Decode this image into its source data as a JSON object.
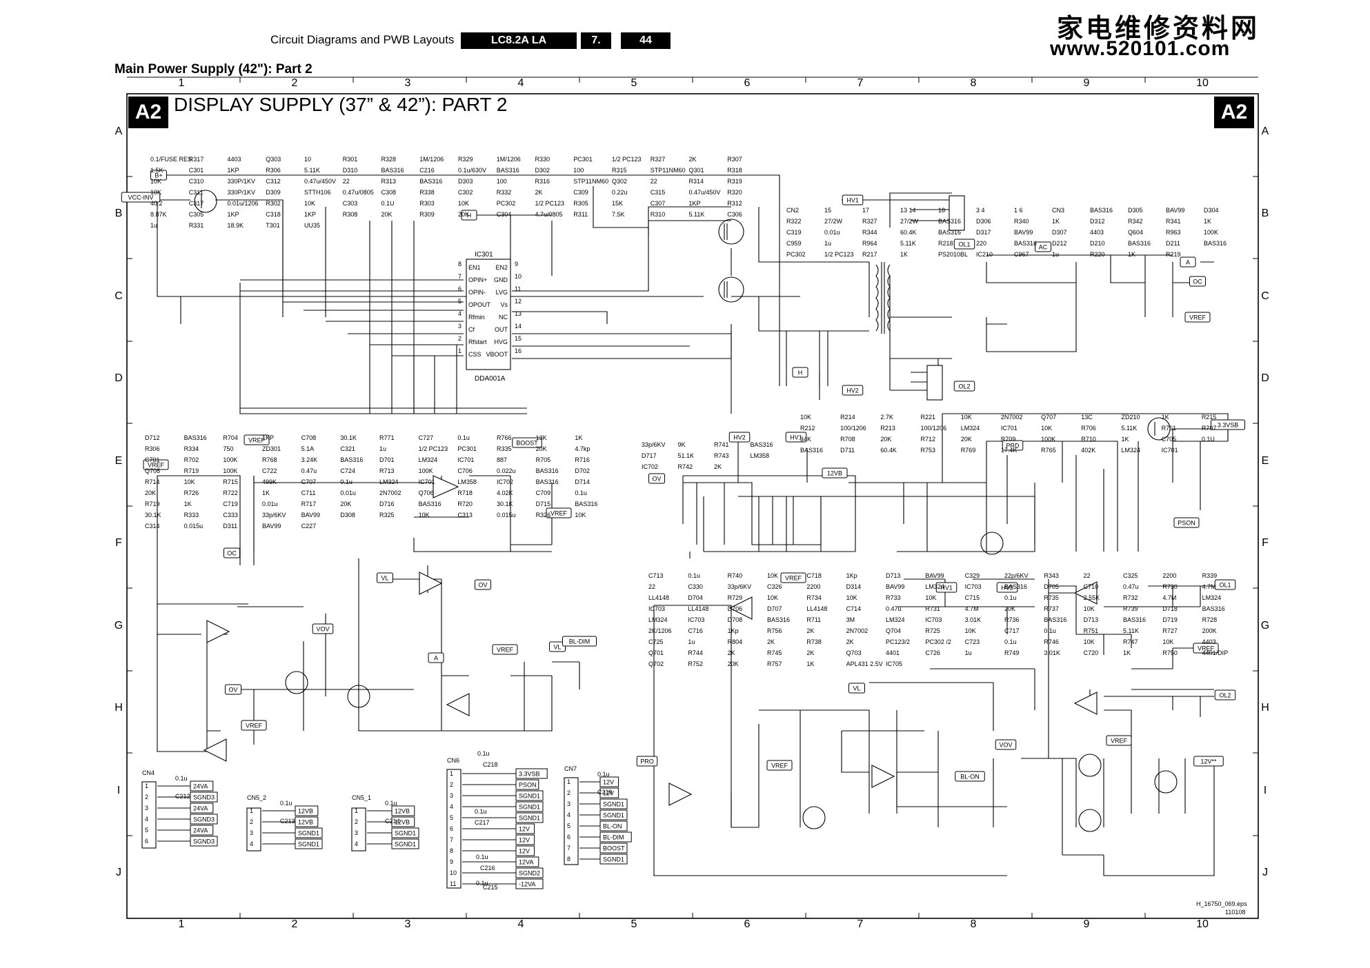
{
  "header": {
    "title": "Circuit Diagrams and PWB Layouts",
    "model": "LC8.2A LA",
    "section": "7.",
    "page": "44"
  },
  "watermark": {
    "line1": "家电维修资料网",
    "line2": "www.520101.com"
  },
  "subtitle": "Main Power Supply (42\"): Part 2",
  "badge": "A2",
  "section_title": "DISPLAY SUPPLY (37” & 42”): PART 2",
  "grid": {
    "columns": [
      "1",
      "2",
      "3",
      "4",
      "5",
      "6",
      "7",
      "8",
      "9",
      "10"
    ],
    "rows": [
      "A",
      "B",
      "C",
      "D",
      "E",
      "F",
      "G",
      "H",
      "I",
      "J"
    ]
  },
  "footer": {
    "ref": "H_16750_069.eps",
    "date": "110108"
  },
  "ic301": {
    "name": "IC301",
    "part": "DDA001A",
    "left_pins": [
      {
        "n": "8",
        "name": "EN1"
      },
      {
        "n": "7",
        "name": "OPIN+"
      },
      {
        "n": "6",
        "name": "OPIN-"
      },
      {
        "n": "5",
        "name": "OPOUT"
      },
      {
        "n": "4",
        "name": "Rfmin"
      },
      {
        "n": "3",
        "name": "Cf"
      },
      {
        "n": "2",
        "name": "Rfstart"
      },
      {
        "n": "1",
        "name": "CSS"
      }
    ],
    "right_pins": [
      {
        "n": "9",
        "name": "EN2"
      },
      {
        "n": "10",
        "name": "GND"
      },
      {
        "n": "11",
        "name": "LVG"
      },
      {
        "n": "12",
        "name": "Vs"
      },
      {
        "n": "13",
        "name": "NC"
      },
      {
        "n": "14",
        "name": "OUT"
      },
      {
        "n": "15",
        "name": "HVG"
      },
      {
        "n": "16",
        "name": "VBOOT"
      }
    ]
  },
  "flags": [
    {
      "id": "f1",
      "text": "B+"
    },
    {
      "id": "f2",
      "text": "VCC-INV"
    },
    {
      "id": "f3",
      "text": "H"
    },
    {
      "id": "f4",
      "text": "HV1"
    },
    {
      "id": "f5",
      "text": "HV2"
    },
    {
      "id": "f6",
      "text": "OL1"
    },
    {
      "id": "f7",
      "text": "AC"
    },
    {
      "id": "f8",
      "text": "A"
    },
    {
      "id": "f9",
      "text": "OC"
    },
    {
      "id": "f10",
      "text": "VREF"
    },
    {
      "id": "f11",
      "text": "OL2"
    },
    {
      "id": "f12",
      "text": "H"
    },
    {
      "id": "f13",
      "text": "3.3VSB"
    },
    {
      "id": "f14",
      "text": "PSON"
    },
    {
      "id": "f15",
      "text": "VREF"
    },
    {
      "id": "f16",
      "text": "VREF"
    },
    {
      "id": "f17",
      "text": "BOOST"
    },
    {
      "id": "f18",
      "text": "VREF"
    },
    {
      "id": "f19",
      "text": "OC"
    },
    {
      "id": "f20",
      "text": "VL"
    },
    {
      "id": "f21",
      "text": "OV"
    },
    {
      "id": "f22",
      "text": "VOV"
    },
    {
      "id": "f23",
      "text": "OV"
    },
    {
      "id": "f24",
      "text": "VREF"
    },
    {
      "id": "f25",
      "text": "A"
    },
    {
      "id": "f26",
      "text": "VREF"
    },
    {
      "id": "f27",
      "text": "VL"
    },
    {
      "id": "f28",
      "text": "BL-DIM"
    },
    {
      "id": "f29",
      "text": "OV"
    },
    {
      "id": "f30",
      "text": "HV2"
    },
    {
      "id": "f31",
      "text": "HV1"
    },
    {
      "id": "f32",
      "text": "12VB"
    },
    {
      "id": "f33",
      "text": "PRD"
    },
    {
      "id": "f34",
      "text": "VREF"
    },
    {
      "id": "f35",
      "text": "HV1"
    },
    {
      "id": "f36",
      "text": "HV2"
    },
    {
      "id": "f37",
      "text": "OL1"
    },
    {
      "id": "f38",
      "text": "VREF"
    },
    {
      "id": "f39",
      "text": "OL2"
    },
    {
      "id": "f40",
      "text": "VL"
    },
    {
      "id": "f41",
      "text": "VREF"
    },
    {
      "id": "f42",
      "text": "PRO"
    },
    {
      "id": "f43",
      "text": "VOV"
    },
    {
      "id": "f44",
      "text": "BL-ON"
    },
    {
      "id": "f45",
      "text": "VREF"
    },
    {
      "id": "f46",
      "text": "12V**"
    }
  ],
  "labels": [
    "0.1/FUSE RES",
    "R317",
    "4403",
    "Q303",
    "10",
    "R301",
    "R328",
    "1M/1206",
    "R329",
    "1M/1206",
    "R330",
    "PC301",
    "1/2 PC123",
    "R327",
    "2K",
    "R307",
    "1.5K",
    "C301",
    "1KP",
    "R306",
    "5.11K",
    "D310",
    "BAS316",
    "C216",
    "0.1u/630V",
    "BAS316",
    "D302",
    "100",
    "R315",
    "STP11NM60",
    "Q301",
    "R318",
    "10K",
    "C310",
    "330P/1KV",
    "C312",
    "0.47u/450V",
    "22",
    "R313",
    "BAS316",
    "D303",
    "100",
    "R316",
    "STP11NM60",
    "Q302",
    "22",
    "R314",
    "R319",
    "10K",
    "C311",
    "330P/1KV",
    "D309",
    "STTH106",
    "0.47u/0805",
    "C308",
    "R338",
    "C302",
    "R332",
    "2K",
    "C309",
    "0.22u",
    "C315",
    "0.47u/450V",
    "R320",
    "40.2",
    "C317",
    "0.01u/1206",
    "R302",
    "10K",
    "C303",
    "0.1U",
    "R303",
    "10K",
    "PC302",
    "1/2 PC123",
    "R305",
    "15K",
    "C307",
    "1KP",
    "R312",
    "8.87K",
    "C305",
    "1KP",
    "C318",
    "1KP",
    "R308",
    "20K",
    "R309",
    "20K",
    "C304",
    "4.7u/0805",
    "R311",
    "7.5K",
    "R310",
    "5.11K",
    "C306",
    "1u",
    "R331",
    "18.9K",
    "T301",
    "UU35",
    "CN2",
    "15",
    "17",
    "13 14",
    "18",
    "3 4",
    "1 6",
    "CN3",
    "BAS316",
    "D305",
    "BAV99",
    "D304",
    "R322",
    "27/2W",
    "R327",
    "27/2W",
    "BAS316",
    "D306",
    "R340",
    "1K",
    "D312",
    "R342",
    "R341",
    "1K",
    "C319",
    "0.01u",
    "R344",
    "60.4K",
    "BAS316",
    "D317",
    "BAV99",
    "D307",
    "4403",
    "Q604",
    "R963",
    "100K",
    "C959",
    "1u",
    "R964",
    "5.11K",
    "R218",
    "220",
    "BAS316",
    "D212",
    "D210",
    "BAS316",
    "D211",
    "BAS316",
    "PC302",
    "1/2 PC123",
    "R217",
    "1K",
    "PS2010BL",
    "IC210",
    "C967",
    "1u",
    "R220",
    "1K",
    "R219",
    "10K",
    "R214",
    "2.7K",
    "R221",
    "10K",
    "2N7002",
    "Q707",
    "13C",
    "ZD210",
    "1K",
    "R215",
    "R212",
    "100/1206",
    "R213",
    "100/1206",
    "LM324",
    "IC701",
    "10K",
    "R706",
    "5.11K",
    "R761",
    "R707",
    "34K",
    "R708",
    "20K",
    "R712",
    "20K",
    "R709",
    "100K",
    "R710",
    "1K",
    "C705",
    "0.1U",
    "BAS316",
    "D711",
    "60.4K",
    "R753",
    "R769",
    "17.4K",
    "R765",
    "402K",
    "LM324",
    "IC701",
    "D712",
    "BAS316",
    "R704",
    "1KP",
    "C708",
    "30.1K",
    "R771",
    "C727",
    "0.1u",
    "R766",
    "13K",
    "1K",
    "R306",
    "R334",
    "750",
    "ZD301",
    "5.1A",
    "C321",
    "1u",
    "1/2 PC123",
    "PC301",
    "R335",
    "20K",
    "4.7kp",
    "C701",
    "R702",
    "100K",
    "R768",
    "3.24K",
    "BAS316",
    "D701",
    "LM324",
    "IC701",
    "887",
    "R705",
    "R716",
    "Q708",
    "R719",
    "100K",
    "C722",
    "0.47u",
    "C724",
    "R713",
    "100K",
    "C706",
    "0.022u",
    "BAS316",
    "D702",
    "R714",
    "10K",
    "R715",
    "499K",
    "C707",
    "0.1u",
    "LM324",
    "IC701",
    "LM358",
    "IC702",
    "BAS316",
    "D714",
    "20K",
    "R726",
    "R722",
    "1K",
    "C711",
    "0.01u",
    "2N7002",
    "Q706",
    "R718",
    "4.02K",
    "C709",
    "0.1u",
    "R719",
    "1K",
    "C719",
    "0.01u",
    "R717",
    "20K",
    "D716",
    "BAS316",
    "R720",
    "30.1K",
    "D715",
    "BAS316",
    "30.1K",
    "R333",
    "C333",
    "33p/6KV",
    "BAV99",
    "D308",
    "R325",
    "10K",
    "C313",
    "0.015u",
    "R326",
    "10K",
    "C314",
    "0.015u",
    "D311",
    "BAV99",
    "C227",
    "33p/6KV",
    "9K",
    "R741",
    "BAS316",
    "D717",
    "51.1K",
    "R743",
    "LM358",
    "IC702",
    "R742",
    "2K",
    "C713",
    "0.1u",
    "R740",
    "10K",
    "C718",
    "1Kp",
    "D713",
    "BAV99",
    "C329",
    "22p/6KV",
    "R343",
    "22",
    "C325",
    "2200",
    "R339",
    "22",
    "C330",
    "33p/6KV",
    "C326",
    "2200",
    "D314",
    "BAV99",
    "LM324",
    "IC703",
    "BAS316",
    "D705",
    "C710",
    "0.47u",
    "R730",
    "4.7M",
    "LL4148",
    "D704",
    "R729",
    "10K",
    "R734",
    "10K",
    "R733",
    "10K",
    "C715",
    "0.1u",
    "R735",
    "2.55K",
    "R732",
    "4.7M",
    "LM324",
    "IC703",
    "LL4148",
    "D706",
    "D707",
    "LL4148",
    "C714",
    "0.47u",
    "R731",
    "4.7M",
    "20K",
    "R737",
    "10K",
    "R739",
    "D718",
    "BAS316",
    "LM324",
    "IC703",
    "D708",
    "BAS316",
    "R711",
    "3M",
    "LM324",
    "IC703",
    "3.01K",
    "R736",
    "BAS316",
    "D713",
    "BAS316",
    "D719",
    "R728",
    "2K/1206",
    "C716",
    "1Kp",
    "R756",
    "2K",
    "2N7002",
    "Q704",
    "R725",
    "10K",
    "C717",
    "0.1u",
    "R751",
    "5.11K",
    "R727",
    "200K",
    "C725",
    "1u",
    "R804",
    "2K",
    "R738",
    "2K",
    "PC123/2",
    "PC302 /2",
    "C723",
    "0.1u",
    "R746",
    "10K",
    "R747",
    "10K",
    "4403",
    "Q701",
    "R744",
    "2K",
    "R745",
    "2K",
    "Q703",
    "4401",
    "C726",
    "1u",
    "R749",
    "3.01K",
    "C720",
    "1K",
    "R750",
    "4401/DIP",
    "Q702",
    "R752",
    "20K",
    "R757",
    "1K",
    "APL431 2.5V",
    "IC705"
  ],
  "connectors": {
    "cn4": {
      "name": "CN4",
      "cap": "0.1u",
      "cap_ref": "C212",
      "pins": [
        "24VA",
        "SGND3",
        "24VA",
        "SGND3",
        "24VA",
        "SGND3"
      ]
    },
    "cn5_2": {
      "name": "CN5_2",
      "cap": "0.1u",
      "cap_ref": "C213",
      "pins": [
        "12VB",
        "12VB",
        "SGND1",
        "SGND1"
      ]
    },
    "cn5_1": {
      "name": "CN5_1",
      "cap": "0.1u",
      "cap_ref": "C214",
      "pins": [
        "12VB",
        "12VB",
        "SGND1",
        "SGND1"
      ]
    },
    "cn6": {
      "name": "CN6",
      "caps": [
        "0.1u",
        "C218",
        "0.1u",
        "C217",
        "0.1u",
        "C216",
        "0.1u",
        "C215"
      ],
      "pins": [
        "3.3VSB",
        "PSON",
        "SGND1",
        "SGND1",
        "SGND1",
        "12V",
        "12V",
        "12V",
        "12VA",
        "SGND2",
        "-12VA"
      ]
    },
    "cn7": {
      "name": "CN7",
      "cap": "0.1u",
      "cap_ref": "C219",
      "pins": [
        "12V",
        "12V",
        "SGND1",
        "SGND1",
        "BL-ON",
        "BL-DIM",
        "BOOST",
        "SGND1"
      ]
    }
  }
}
